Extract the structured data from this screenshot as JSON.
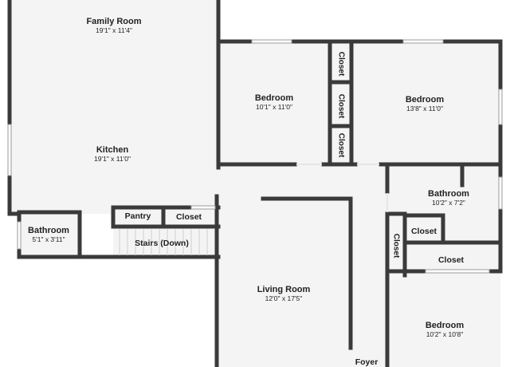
{
  "colors": {
    "wall": "#3a3a3a",
    "floor": "#f4f4f4",
    "window": "#d6d6d6"
  },
  "rooms": {
    "family_room": {
      "name": "Family Room",
      "dims": "19'1\" x 11'4\""
    },
    "kitchen": {
      "name": "Kitchen",
      "dims": "19'1\" x 11'0\""
    },
    "bedroom_1": {
      "name": "Bedroom",
      "dims": "10'1\" x 11'0\""
    },
    "bedroom_2": {
      "name": "Bedroom",
      "dims": "13'8\" x 11'0\""
    },
    "bathroom_1": {
      "name": "Bathroom",
      "dims": "10'2\" x 7'2\""
    },
    "bathroom_2": {
      "name": "Bathroom",
      "dims": "5'1\" x 3'11\""
    },
    "living_room": {
      "name": "Living Room",
      "dims": "12'0\" x 17'5\""
    },
    "bedroom_3": {
      "name": "Bedroom",
      "dims": "10'2\" x 10'8\""
    }
  },
  "labels": {
    "pantry": "Pantry",
    "closet": "Closet",
    "stairs": "Stairs (Down)",
    "foyer": "Foyer"
  }
}
